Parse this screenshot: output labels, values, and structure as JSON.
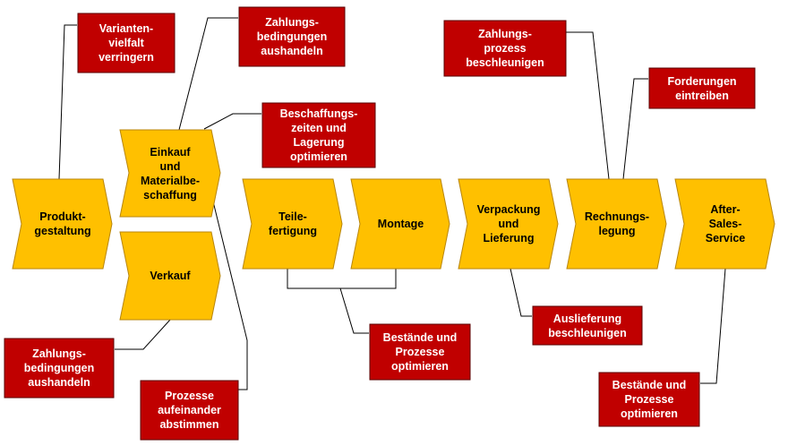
{
  "colors": {
    "process_fill": "#FFC000",
    "lever_fill": "#C00000",
    "lever_text": "#FFFFFF",
    "connector": "#000000"
  },
  "process_steps": [
    {
      "id": "produktgestaltung",
      "label": "Produkt-\ngestaltung"
    },
    {
      "id": "einkauf",
      "label": "Einkauf\nund\nMaterialbe-\nschaffung"
    },
    {
      "id": "verkauf",
      "label": "Verkauf"
    },
    {
      "id": "teilefertigung",
      "label": "Teile-\nfertigung"
    },
    {
      "id": "montage",
      "label": "Montage"
    },
    {
      "id": "verpackung",
      "label": "Verpackung\nund\nLieferung"
    },
    {
      "id": "rechnungslegung",
      "label": "Rechnungs-\nlegung"
    },
    {
      "id": "after-sales",
      "label": "After-\nSales-\nService"
    }
  ],
  "levers": [
    {
      "id": "variantenvielfalt",
      "label": "Varianten-\nvielfalt\nverringern"
    },
    {
      "id": "zahlungsbedingungen-einkauf",
      "label": "Zahlungs-\nbedingungen\naushandeln"
    },
    {
      "id": "beschaffungszeiten",
      "label": "Beschaffungs-\nzeiten und\nLagerung\noptimieren"
    },
    {
      "id": "zahlungsbedingungen-verkauf",
      "label": "Zahlungs-\nbedingungen\naushandeln"
    },
    {
      "id": "prozesse-abstimmen",
      "label": "Prozesse\naufeinander\nabstimmen"
    },
    {
      "id": "bestaende-fertigung",
      "label": "Bestände und\nProzesse\noptimieren"
    },
    {
      "id": "auslieferung",
      "label": "Auslieferung\nbeschleunigen"
    },
    {
      "id": "zahlungsprozess",
      "label": "Zahlungs-\nprozess\nbeschleunigen"
    },
    {
      "id": "forderungen",
      "label": "Forderungen\neintreiben"
    },
    {
      "id": "bestaende-service",
      "label": "Bestände und\nProzesse\noptimieren"
    }
  ]
}
